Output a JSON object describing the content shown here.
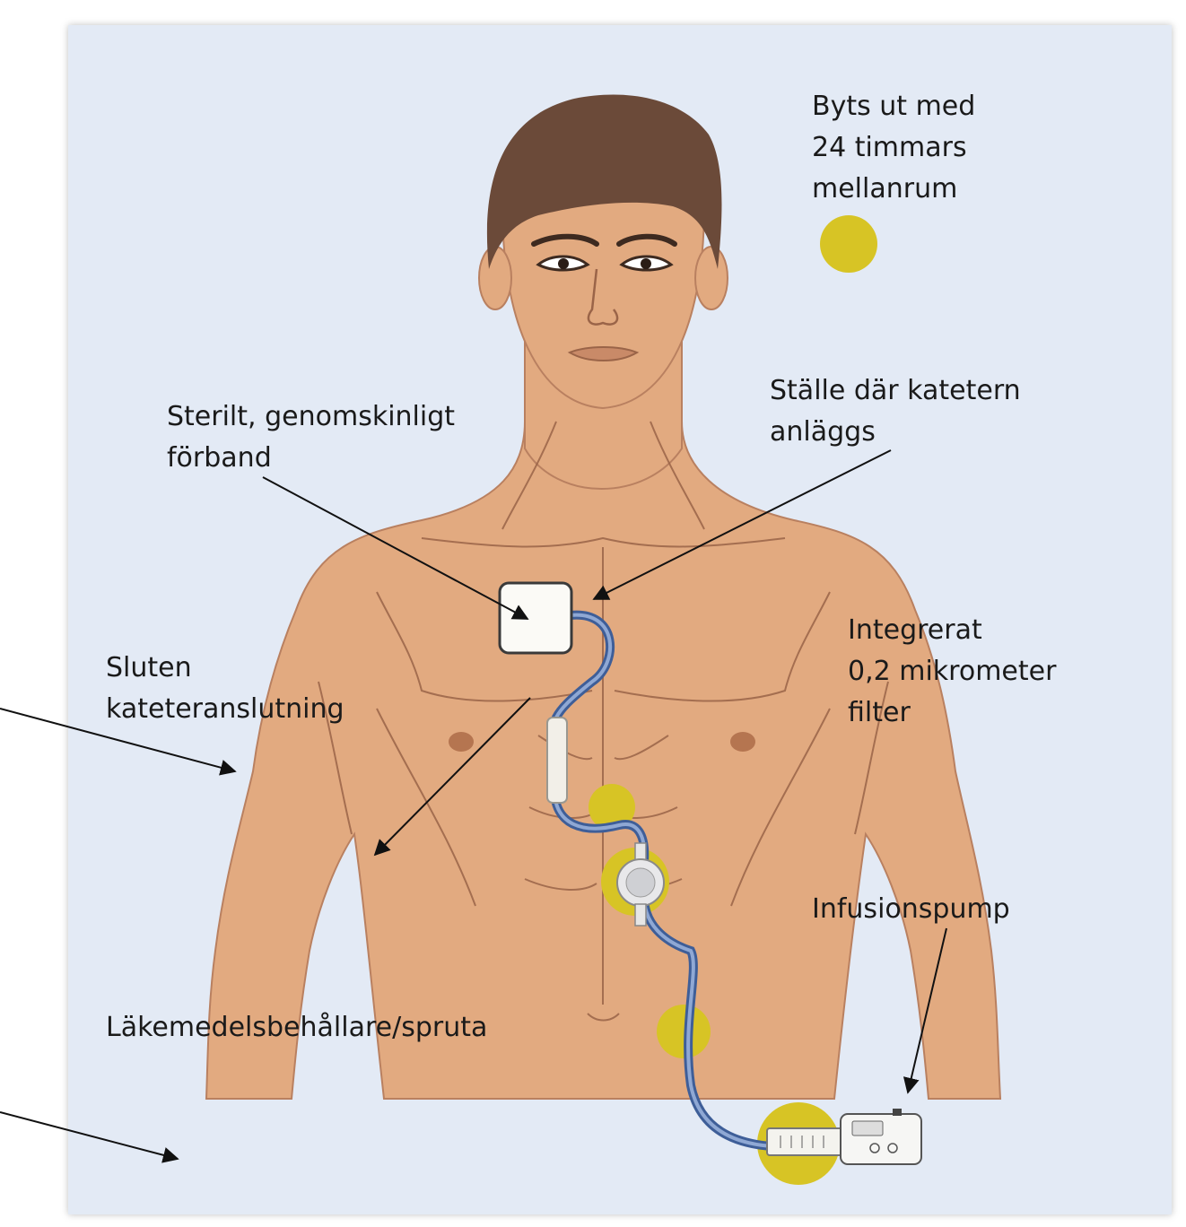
{
  "colors": {
    "background": "#e3eaf5",
    "skin": "#e2aa80",
    "skin_line": "#9a6448",
    "hair": "#6b4a39",
    "marker": "#d7c425",
    "tube": "#5e7fb3",
    "arrow": "#111111"
  },
  "legend": {
    "line1": "Byts ut med",
    "line2": "24 timmars",
    "line3": "mellanrum"
  },
  "labels": {
    "dressing": {
      "line1": "Sterilt, genomskinligt",
      "line2": "förband"
    },
    "insertion_site": {
      "line1": "Ställe där katetern",
      "line2": "anläggs"
    },
    "closed_connector": {
      "line1": "Sluten",
      "line2": "kateteranslutning"
    },
    "filter": {
      "line1": "Integrerat",
      "line2": "0,2 mikrometer",
      "line3": "filter"
    },
    "pump": {
      "line1": "Infusionspump"
    },
    "container": {
      "line1": "Läkemedelsbehållare/spruta"
    }
  }
}
